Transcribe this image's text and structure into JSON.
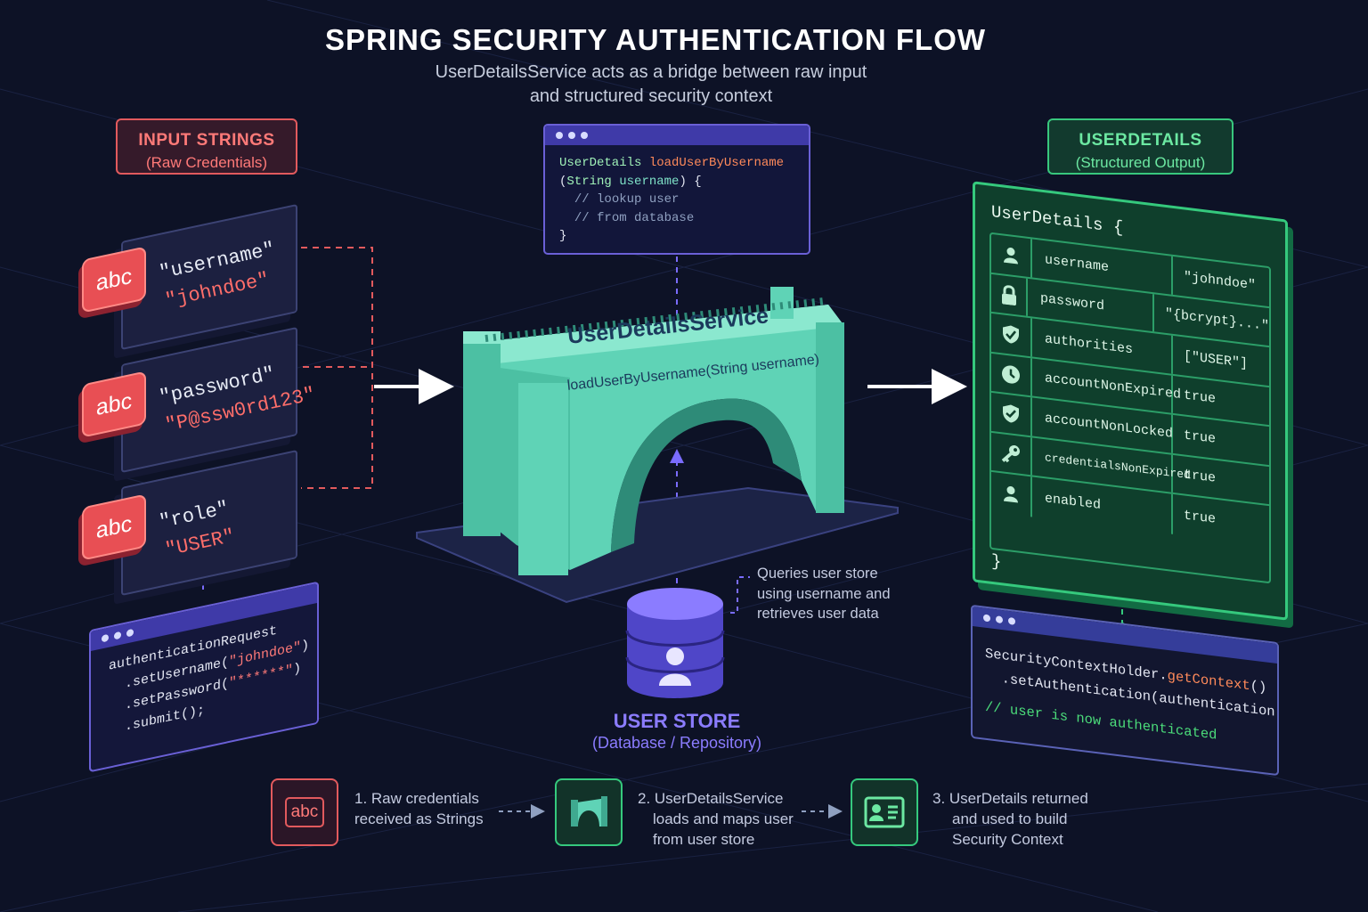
{
  "header": {
    "title": "SPRING SECURITY AUTHENTICATION FLOW",
    "subtitle_line1": "UserDetailsService acts as a bridge between raw input",
    "subtitle_line2": "and structured security context"
  },
  "input_strings": {
    "heading": "INPUT STRINGS",
    "subheading": "(Raw Credentials)",
    "badge_label": "abc",
    "cards": [
      {
        "key": "\"username\"",
        "value": "\"johndoe\""
      },
      {
        "key": "\"password\"",
        "value": "\"P@ssw0rd123\""
      },
      {
        "key": "\"role\"",
        "value": "\"USER\""
      }
    ]
  },
  "auth_request_code": {
    "line1": "authenticationRequest",
    "line2_prefix": ".setUsername(",
    "line2_arg": "\"johndoe\"",
    "line2_suffix": ")",
    "line3_prefix": ".setPassword(",
    "line3_arg": "\"******\"",
    "line3_suffix": ")",
    "line4": ".submit();"
  },
  "service_code": {
    "type": "UserDetails",
    "method": "loadUserByUsername",
    "params_open": "(",
    "param_type": "String",
    "param_name": "username",
    "params_close": ") {",
    "comment1": "// lookup user",
    "comment2": "// from database",
    "close": "}"
  },
  "bridge": {
    "name": "UserDetailsService",
    "method": "loadUserByUsername(String username)"
  },
  "user_store": {
    "title": "USER STORE",
    "subtitle": "(Database / Repository)",
    "note_line1": "Queries user store",
    "note_line2": "using username and",
    "note_line3": "retrieves user data"
  },
  "user_details": {
    "heading": "USERDETAILS",
    "subheading": "(Structured Output)",
    "open": "UserDetails {",
    "close": "}",
    "rows": [
      {
        "icon": "user-icon",
        "field": "username",
        "value": "\"johndoe\""
      },
      {
        "icon": "lock-icon",
        "field": "password",
        "value": "\"{bcrypt}...\""
      },
      {
        "icon": "shield-check-icon",
        "field": "authorities",
        "value": "[\"USER\"]"
      },
      {
        "icon": "clock-icon",
        "field": "accountNonExpired",
        "value": "true"
      },
      {
        "icon": "shield-icon",
        "field": "accountNonLocked",
        "value": "true"
      },
      {
        "icon": "key-icon",
        "field": "credentialsNonExpired",
        "value": "true"
      },
      {
        "icon": "user-icon",
        "field": "enabled",
        "value": "true"
      }
    ]
  },
  "security_code": {
    "line1_prefix": "SecurityContextHolder.",
    "line1_method": "getContext",
    "line1_suffix": "()",
    "line2": ".setAuthentication(authentication);",
    "line3": "// user is now authenticated"
  },
  "steps": [
    {
      "icon": "abc-icon",
      "label": "abc",
      "line1": "1. Raw credentials",
      "line2": "received as Strings",
      "line3": ""
    },
    {
      "icon": "bridge-icon",
      "line1": "2. UserDetailsService",
      "line2": "loads and maps user",
      "line3": "from user store"
    },
    {
      "icon": "id-card-icon",
      "line1": "3. UserDetails returned",
      "line2": "and used to build",
      "line3": "Security Context"
    }
  ],
  "colors": {
    "background": "#0d1226",
    "red_accent": "#e84f54",
    "green_accent": "#35c97d",
    "purple_accent": "#6a60d6",
    "bridge_teal": "#5fd3b6"
  }
}
